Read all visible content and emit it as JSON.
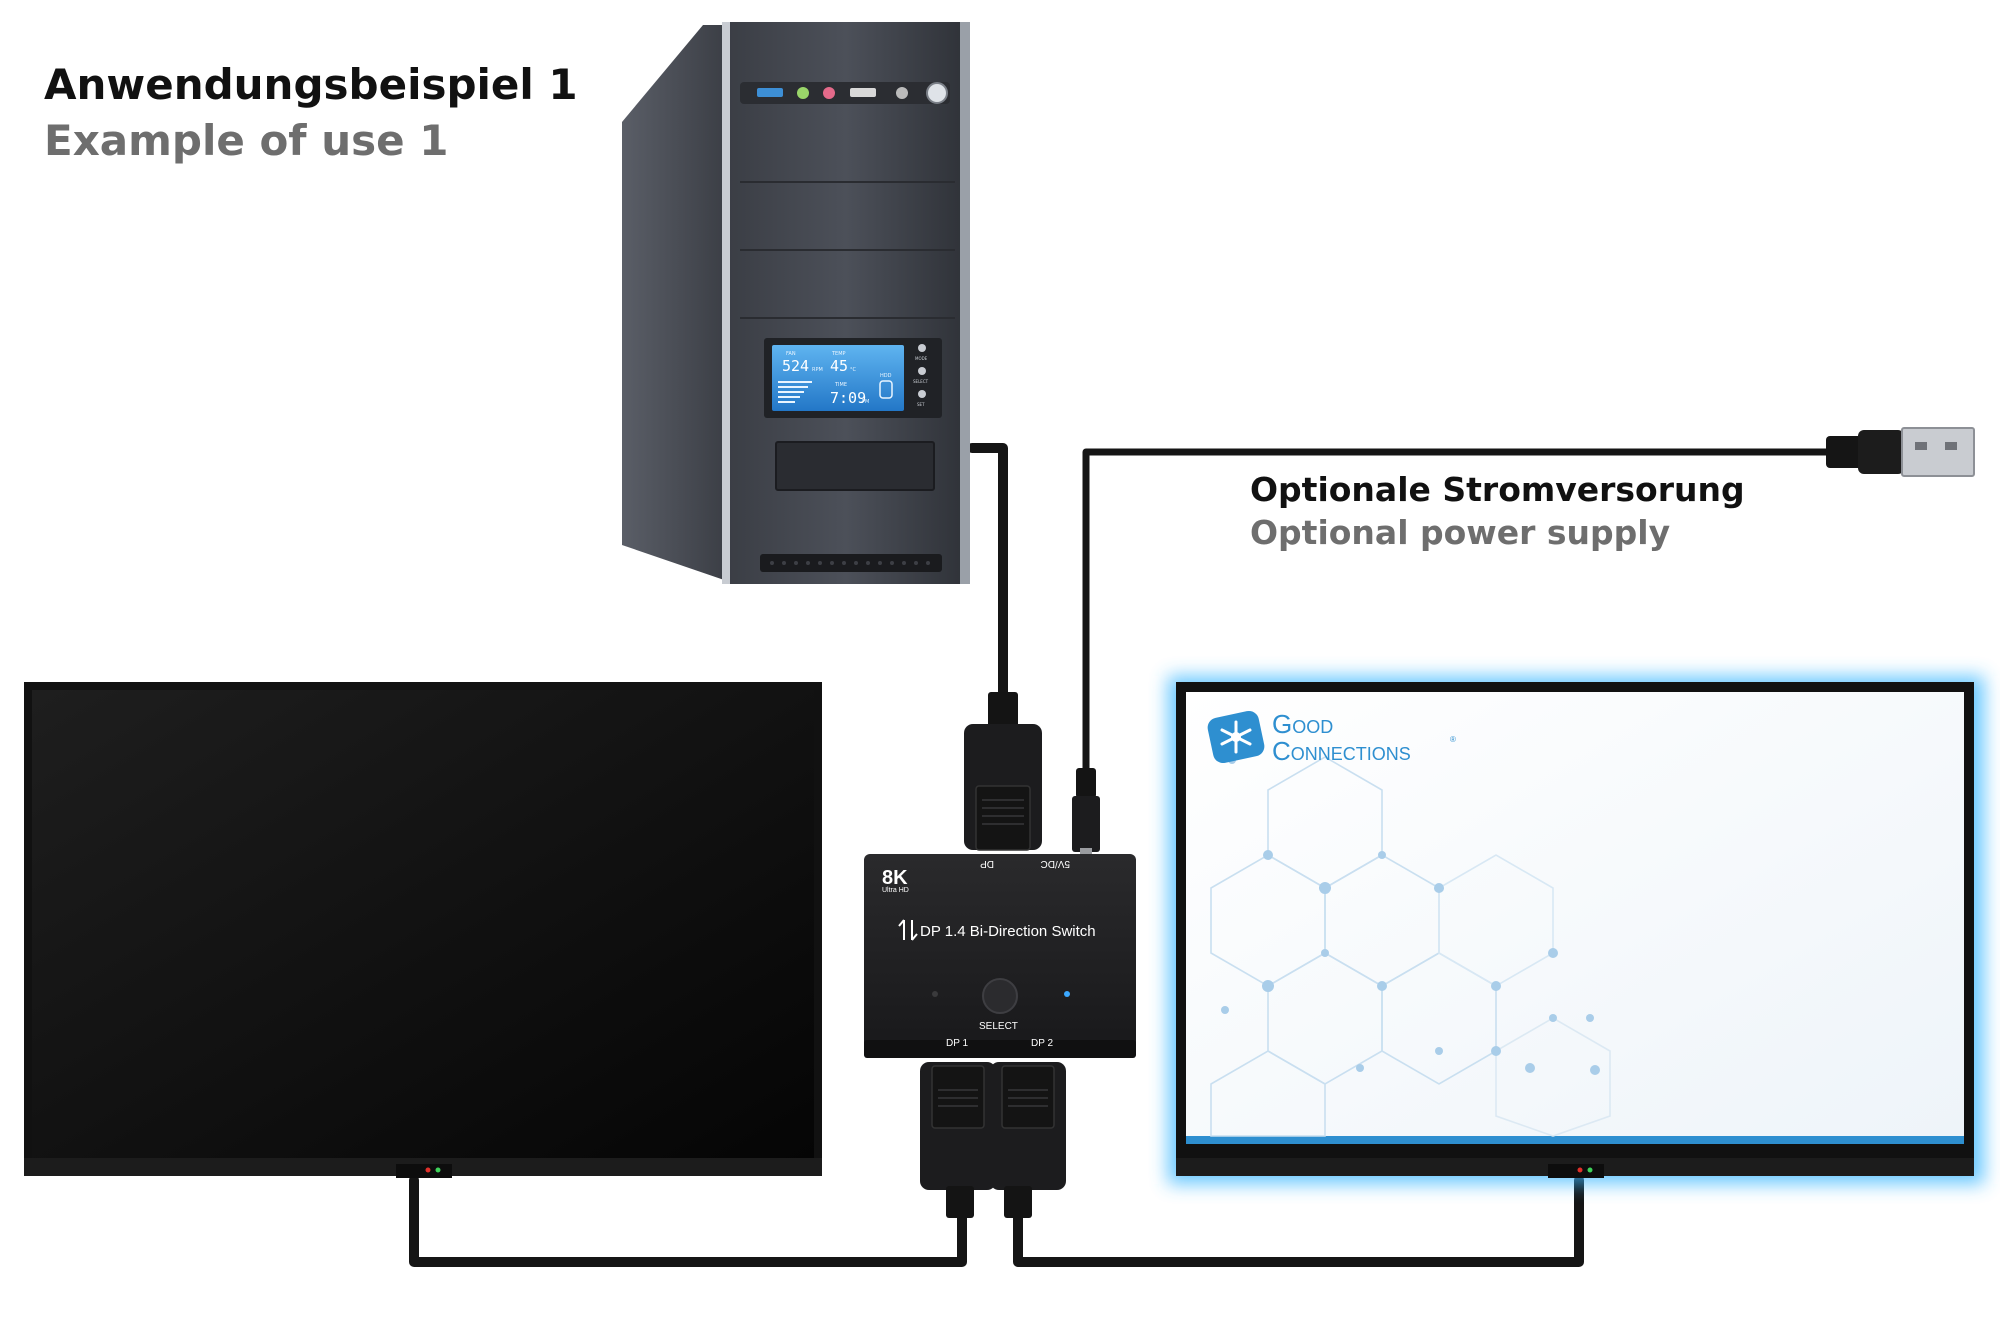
{
  "heading": {
    "de": "Anwendungsbeispiel 1",
    "en": "Example of use 1"
  },
  "power_note": {
    "de": "Optionale Stromversorung",
    "en": "Optional power supply"
  },
  "pc_display": {
    "fan_label": "FAN",
    "fan_value": "524",
    "fan_unit": "RPM",
    "temp_label": "TEMP",
    "temp_value": "45",
    "temp_unit": "°C",
    "time_label": "TIME",
    "time_value": "7:09",
    "time_unit": "PM",
    "hdd_label": "HDD",
    "btn_mode": "MODE",
    "btn_select": "SELECT",
    "btn_set": "SET"
  },
  "switch_box": {
    "badge": "8K",
    "badge_sub": "Ultra HD",
    "port_dp": "DP",
    "port_power": "5V/DC",
    "product_name": "DP 1.4 Bi-Direction Switch",
    "select_label": "SELECT",
    "port_dp1": "DP 1",
    "port_dp2": "DP 2"
  },
  "brand": {
    "line1": "Good",
    "line2": "Connections",
    "reg": "®"
  },
  "colors": {
    "accent_blue": "#2e8fd0",
    "glow_blue": "#38b6ff",
    "device_dark": "#1d1d1f",
    "cable": "#151515",
    "heading_gray": "#6e6e6e"
  }
}
